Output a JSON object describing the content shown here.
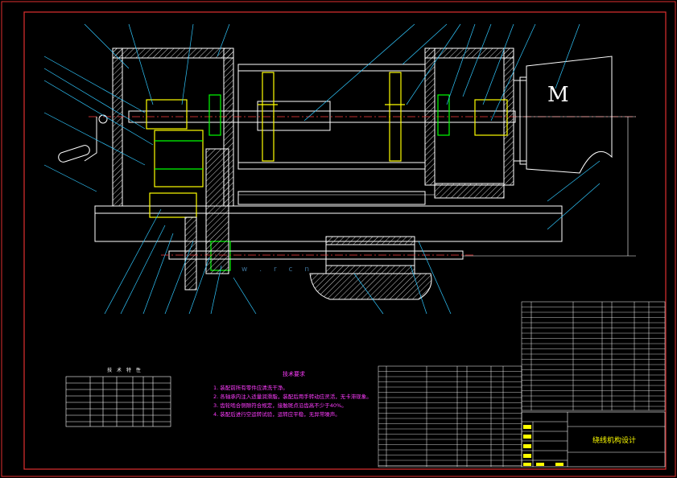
{
  "drawing": {
    "motor_label": "M",
    "title_block_title": "绕线机构设计",
    "spec_table_title": "技 术 特 性",
    "watermark_text": "w . r c n"
  },
  "tech_requirements": {
    "title": "技术要求",
    "items": [
      "1. 装配前所有零件应清洗干净。",
      "2. 各轴承内注入适量润滑脂，装配后用手转动应灵活，无卡滞现象。",
      "3. 齿轮啮合侧隙符合规定，接触斑点沿齿高不少于40%。",
      "4. 装配后进行空运转试验，运转应平稳，无异常噪声。"
    ]
  },
  "colors": {
    "frame": "#e03030",
    "lines": "#ffffff",
    "hatch": "#ffffff",
    "centerline": "#ff4040",
    "leader": "#30c8ff",
    "gear": "#ffff00",
    "highlight": "#00ff00",
    "notes": "#ff3cff",
    "table": "#ffffff",
    "table_text": "#ffff00"
  }
}
